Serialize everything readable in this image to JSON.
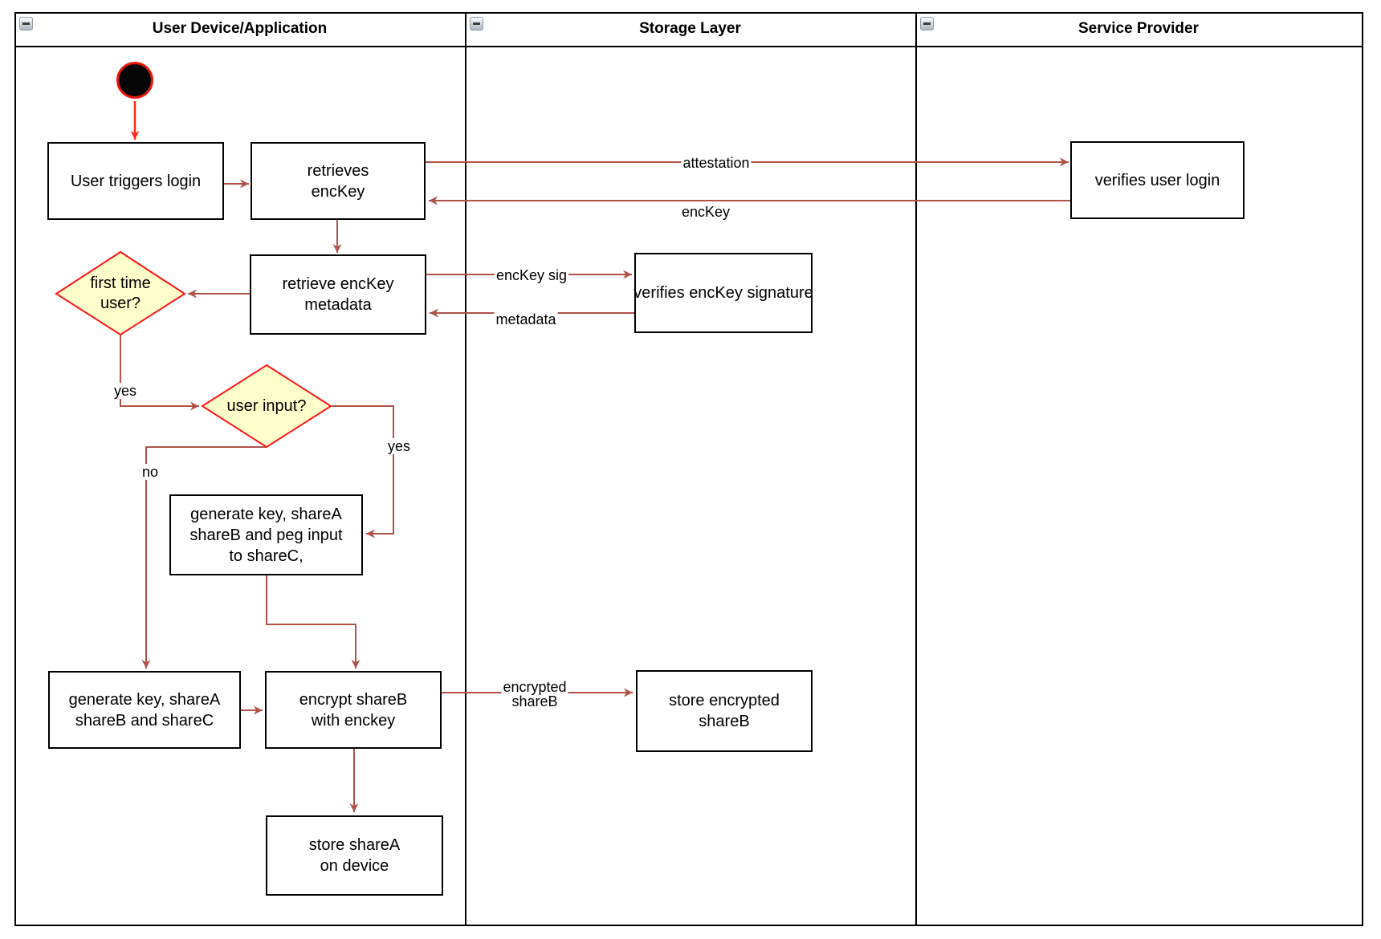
{
  "lanes": [
    {
      "title": "User Device/Application"
    },
    {
      "title": "Storage Layer"
    },
    {
      "title": "Service Provider"
    }
  ],
  "nodes": {
    "user_triggers_login": "User triggers login",
    "retrieves_enckey": "retrieves\nencKey",
    "verifies_user_login": "verifies user login",
    "retrieve_enckey_metadata": "retrieve encKey\nmetadata",
    "verifies_enckey_signature": "verifies encKey signature",
    "first_time_user": "first time\nuser?",
    "user_input": "user input?",
    "generate_key_peg": "generate key, shareA\nshareB and peg input\nto shareC,",
    "generate_key_shares": "generate key, shareA\nshareB and shareC",
    "encrypt_shareb": "encrypt shareB\nwith enckey",
    "store_encrypted_shareb": "store encrypted\nshareB",
    "store_sharea": "store shareA\non device"
  },
  "edge_labels": {
    "attestation": "attestation",
    "enckey": "encKey",
    "enckey_sig": "encKey sig",
    "metadata": "metadata",
    "yes_first_time": "yes",
    "no_user_input": "no",
    "yes_user_input": "yes",
    "encrypted_shareb": "encrypted\nshareB"
  },
  "colors": {
    "edge": "#AF5248",
    "start_arrow": "#FF2A18",
    "start_circle_fill": "#050505",
    "diamond_fill": "#FFFFCC",
    "diamond_border": "#FF1414",
    "node_border": "#000000",
    "lane_border": "#000000"
  }
}
